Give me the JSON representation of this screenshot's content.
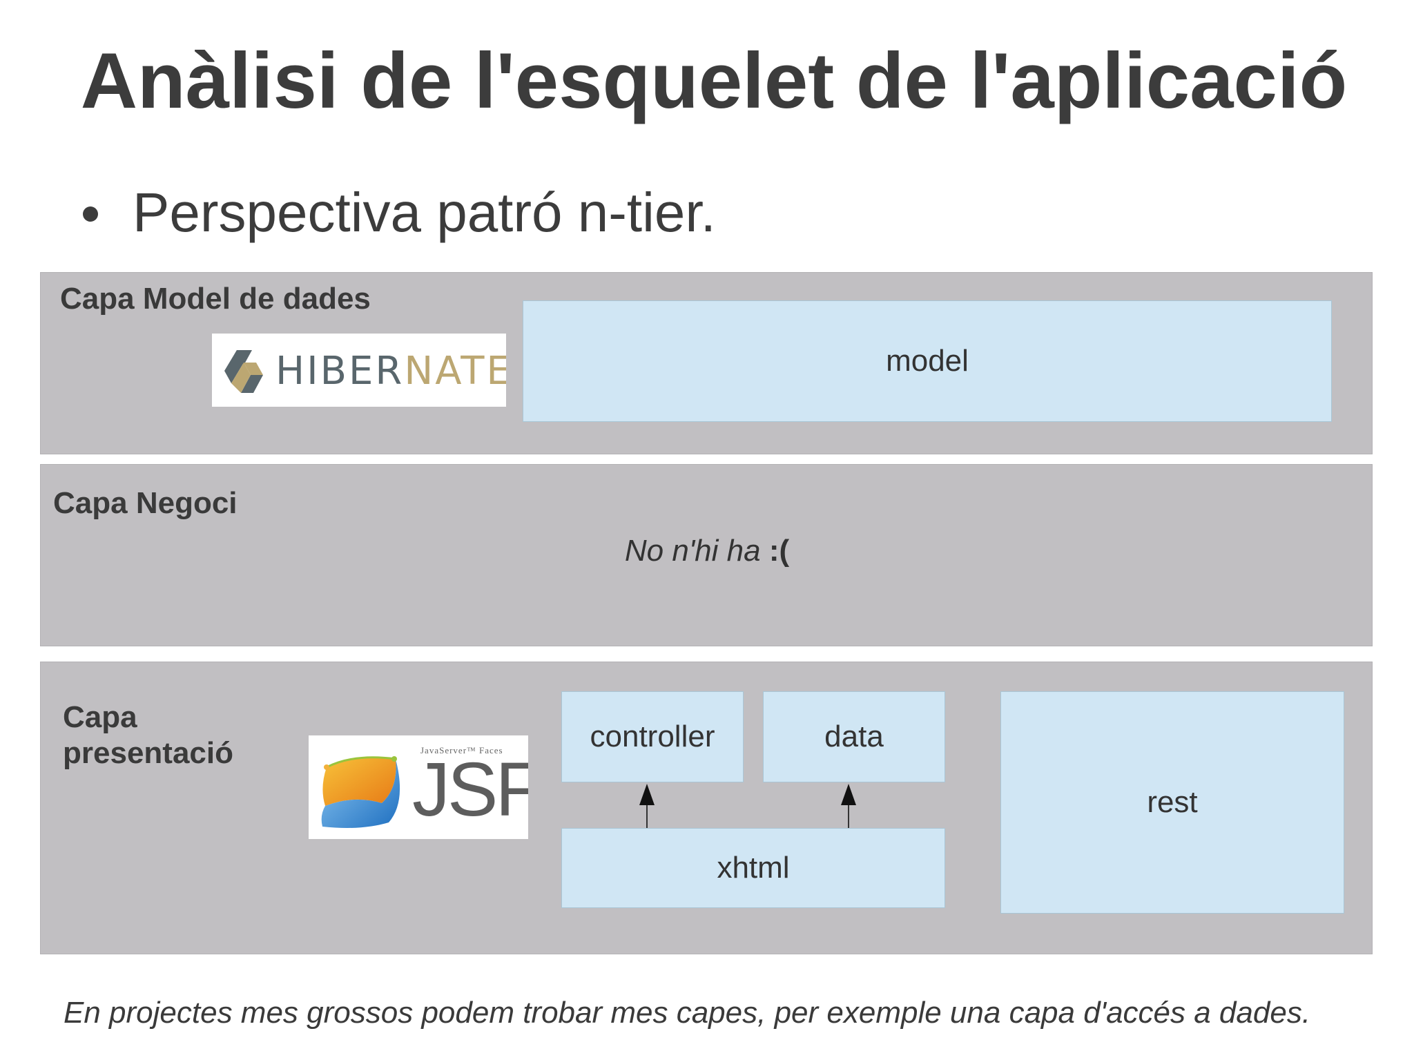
{
  "title": "Anàlisi de l'esquelet de l'aplicació",
  "bullet": "Perspectiva patró n-tier.",
  "layers": {
    "model": {
      "label": "Capa Model de dades",
      "logo": {
        "name": "hibernate-logo",
        "text_part1": "HIBER",
        "text_part2": "NATE",
        "colors": [
          "#59666c",
          "#bca772"
        ]
      },
      "boxes": {
        "model": "model"
      }
    },
    "business": {
      "label": "Capa Negoci",
      "note_italic": "No n'hi ha",
      "note_bold": ":("
    },
    "presentation": {
      "label_line1": "Capa",
      "label_line2": "presentació",
      "logo": {
        "name": "jsf-logo",
        "small_text": "JavaServer™ Faces",
        "big_text": "JSF"
      },
      "boxes": {
        "controller": "controller",
        "data": "data",
        "xhtml": "xhtml",
        "rest": "rest"
      }
    }
  },
  "footer": "En projectes mes grossos podem trobar mes capes, per exemple una capa d'accés a dades.",
  "colors": {
    "layer_bg": "#c1bfc2",
    "box_bg": "#d0e6f4",
    "text": "#3a3a3a"
  }
}
